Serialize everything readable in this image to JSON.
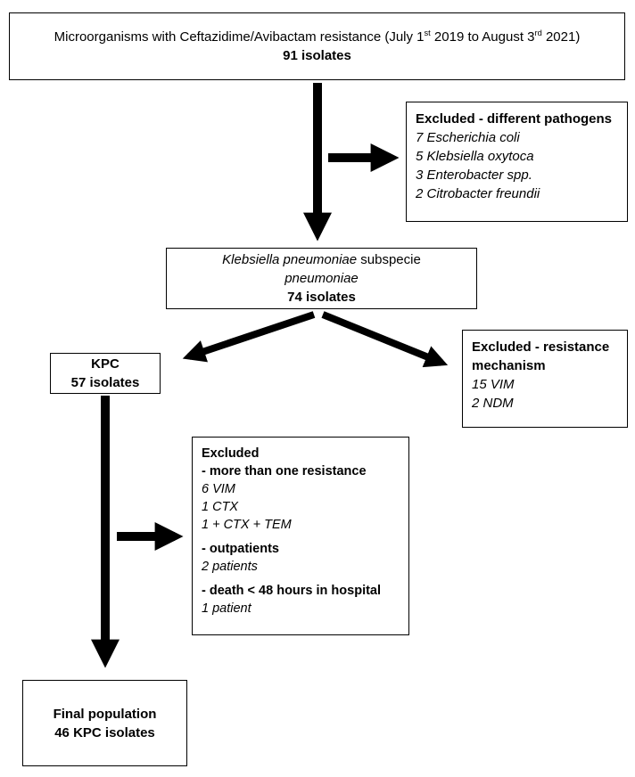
{
  "title_box": {
    "line1_part1": "Microorganisms with Ceftazidime/Avibactam resistance (July 1",
    "line1_sup1": "st",
    "line1_part2": " 2019 to August 3",
    "line1_sup2": "rd",
    "line1_part3": " 2021)",
    "count": "91 isolates"
  },
  "excluded_pathogens": {
    "title": "Excluded - different pathogens",
    "items": [
      "7 Escherichia coli",
      "5 Klebsiella oxytoca",
      "3 Enterobacter spp.",
      "2 Citrobacter freundii"
    ]
  },
  "kpneumoniae_box": {
    "line1_italic": "Klebsiella pneumoniae",
    "line1_regular": " subspecie",
    "line2_italic": "pneumoniae",
    "count": "74 isolates"
  },
  "kpc_box": {
    "line1": "KPC",
    "line2": "57 isolates"
  },
  "excluded_resistance": {
    "title": "Excluded - resistance mechanism",
    "items": [
      "15 VIM",
      "2 NDM"
    ]
  },
  "excluded_multi": {
    "title": "Excluded",
    "sections": [
      {
        "heading": "- more than one resistance",
        "items": [
          "6 VIM",
          "1 CTX",
          "1 + CTX + TEM"
        ]
      },
      {
        "heading": "- outpatients",
        "items": [
          "2 patients"
        ]
      },
      {
        "heading": "- death < 48 hours in hospital",
        "items": [
          "1 patient"
        ]
      }
    ]
  },
  "final_box": {
    "line1": "Final population",
    "line2": "46 KPC isolates"
  },
  "colors": {
    "line": "#000000",
    "background": "#ffffff"
  }
}
